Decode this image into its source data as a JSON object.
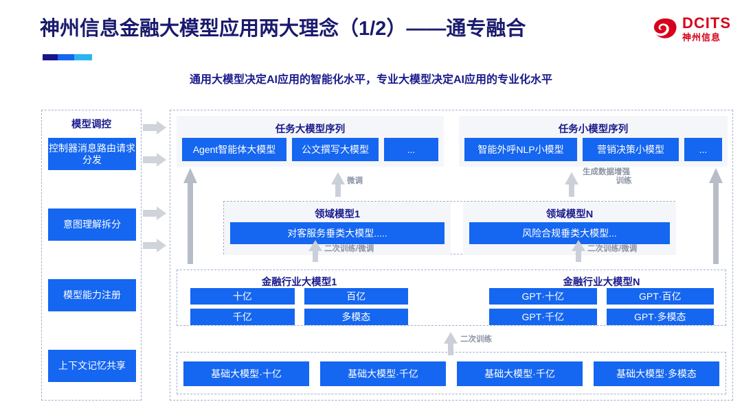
{
  "header": {
    "title": "神州信息金融大模型应用两大理念（1/2）——通专融合",
    "subtitle": "通用大模型决定AI应用的智能化水平，专业大模型决定AI应用的专业化水平",
    "logo_en": "DCITS",
    "logo_cn": "神州信息",
    "accent_colors": [
      "#1a148c",
      "#1566f0",
      "#29b6f0"
    ],
    "title_color": "#1a1a6e",
    "subtitle_color": "#1a1a8c",
    "logo_color": "#d6001c"
  },
  "theme": {
    "blue": "#1566f0",
    "panel": "#f4f6fa",
    "dash_border": "#9fb0d0",
    "arrow_grey": "#b9bfc9"
  },
  "left_column": {
    "header": "模型调控",
    "items": [
      {
        "label": "控制器消息路由请求分发"
      },
      {
        "label": "意图理解拆分"
      },
      {
        "label": "模型能力注册"
      },
      {
        "label": "上下文记忆共享"
      }
    ]
  },
  "task_rows": [
    {
      "title": "任务大模型序列",
      "chips": [
        "Agent智能体大模型",
        "公文撰写大模型",
        "..."
      ]
    },
    {
      "title": "任务小模型序列",
      "chips": [
        "智能外呼NLP小模型",
        "营销决策小模型",
        "..."
      ]
    }
  ],
  "domain_rows": [
    {
      "title": "领域模型1",
      "item": "对客服务垂类大模型....."
    },
    {
      "title": "领域模型N",
      "item": "风险合规垂类大模型..."
    }
  ],
  "industry_rows": [
    {
      "title": "金融行业大模型1",
      "items": [
        "十亿",
        "百亿",
        "千亿",
        "多模态"
      ]
    },
    {
      "title": "金融行业大模型N",
      "items": [
        "GPT·十亿",
        "GPT·百亿",
        "GPT·千亿",
        "GPT·多模态"
      ]
    }
  ],
  "base_row": {
    "items": [
      "基础大模型·十亿",
      "基础大模型·千亿",
      "基础大模型·千亿",
      "基础大模型·多模态"
    ]
  },
  "arrow_labels": {
    "finetune": "微调",
    "data_aug": "生成数据增强\n训练",
    "retrain_finetune_left": "二次训练/微调",
    "retrain_finetune_right": "二次训练/微调",
    "retrain": "二次训练"
  }
}
